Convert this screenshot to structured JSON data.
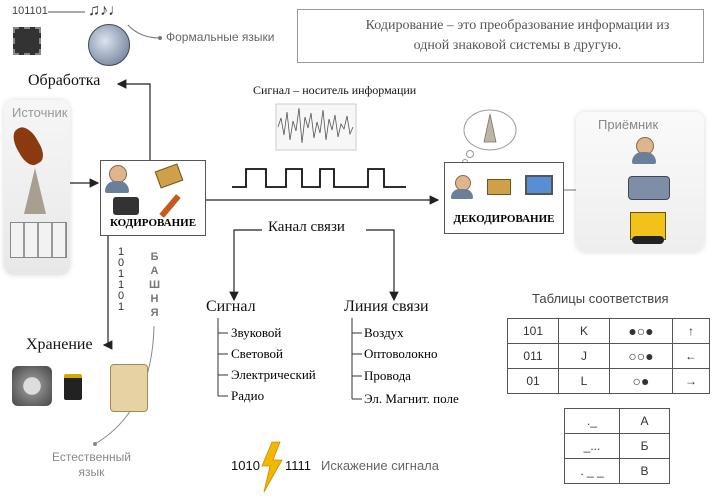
{
  "definition": "Кодирование – это преобразование информации из одной знаковой системы в другую.",
  "binary_top": "101101",
  "formal_langs": "Формальные языки",
  "processing": "Обработка",
  "source": "Источник",
  "signal_carrier": "Сигнал – носитель информации",
  "encoding": "КОДИРОВАНИЕ",
  "decoding": "ДЕКОДИРОВАНИЕ",
  "receiver": "Приёмник",
  "channel": "Канал связи",
  "signal_title": "Сигнал",
  "signal_types": [
    "Звуковой",
    "Световой",
    "Электрический",
    "Радио"
  ],
  "line_title": "Линия связи",
  "line_types": [
    "Воздух",
    "Оптоволокно",
    "Провода",
    "Эл. Магнит. поле"
  ],
  "storage": "Хранение",
  "vertical_binary": [
    "1",
    "0",
    "1",
    "1",
    "0",
    "1"
  ],
  "vertical_word": [
    "Б",
    "А",
    "Ш",
    "Н",
    "Я"
  ],
  "natural_lang": [
    "Естественный",
    "язык"
  ],
  "distortion": {
    "left": "1010",
    "right": "1111",
    "label": "Искажение сигнала"
  },
  "tables_title": "Таблицы соответствия",
  "table1": [
    {
      "code": "101",
      "letter": "K",
      "dots": "●○●",
      "arrow": "↑"
    },
    {
      "code": "011",
      "letter": "J",
      "dots": "○○●",
      "arrow": "←"
    },
    {
      "code": "01",
      "letter": "L",
      "dots": "○●",
      "arrow": "→"
    }
  ],
  "table2": [
    {
      "morse": "._",
      "letter": "А"
    },
    {
      "morse": "_...",
      "letter": "Б"
    },
    {
      "morse": ". _ _",
      "letter": "В"
    }
  ],
  "colors": {
    "accent_yellow": "#f2b705",
    "line": "#444444"
  }
}
